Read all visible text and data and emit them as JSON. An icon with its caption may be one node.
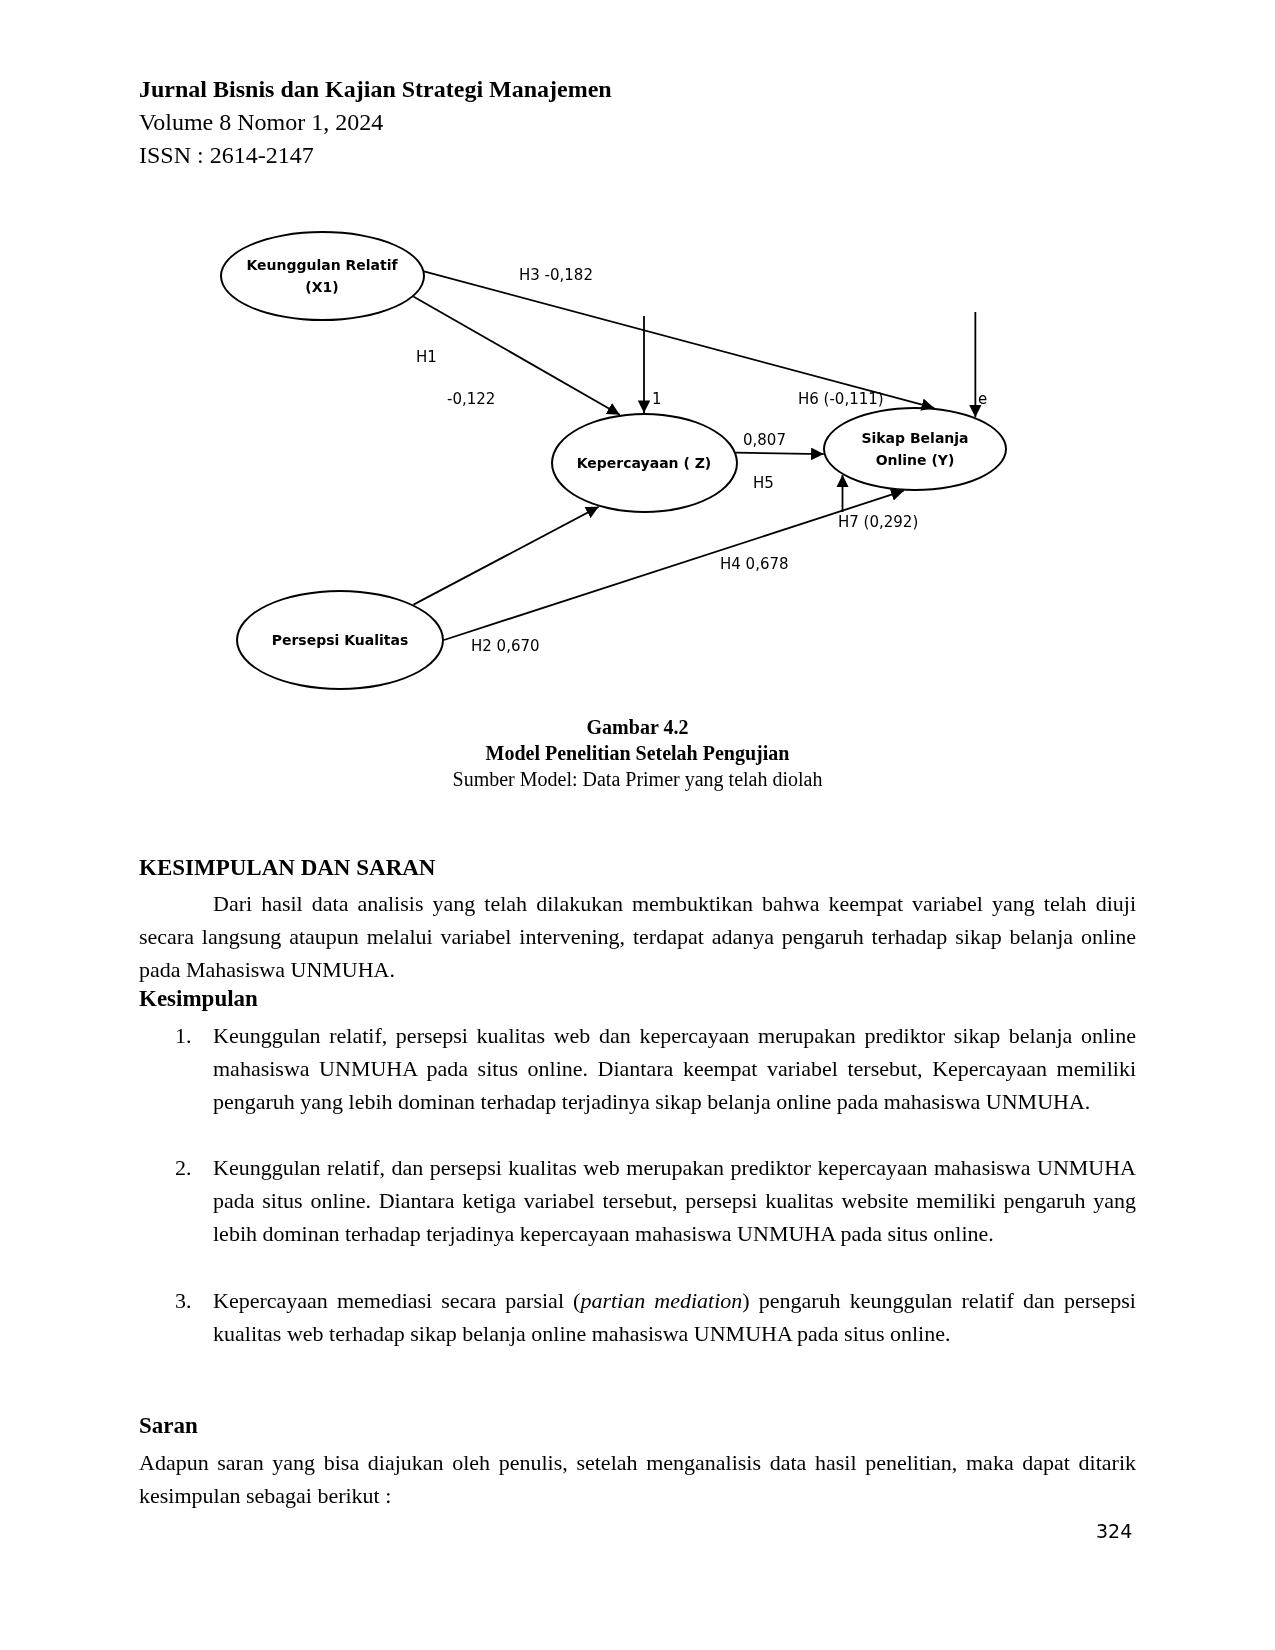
{
  "diagram": {
    "nodes": [
      {
        "text": [
          "Keunggulan Relatif (X1)"
        ]
      },
      {
        "text": [
          "Kepercayaan ( Z)"
        ]
      },
      {
        "text": [
          "Sikap Belanja Online (Y)"
        ]
      },
      {
        "text": [
          "Persepsi Kualitas"
        ]
      }
    ],
    "edges": [
      {
        "from": 0,
        "to": 1,
        "arrow": "to",
        "label": "H1"
      },
      {
        "from": 0,
        "to": 2,
        "arrow": "to",
        "label": "H3 -0,182"
      },
      {
        "from": null,
        "to": 1,
        "arrow": "to",
        "label": "1"
      },
      {
        "from": null,
        "to": 2,
        "arrow": "to",
        "label": "e"
      },
      {
        "from": 1,
        "to": 2,
        "arrow": "to",
        "label": "0,807"
      },
      {
        "from": 3,
        "to": 1,
        "arrow": "to"
      },
      {
        "from": 3,
        "to": 2,
        "arrow": "to",
        "label": "H4 0,678"
      },
      {
        "from": null,
        "to": 2,
        "arrow": "to",
        "label": "H7 (0,292)"
      }
    ],
    "labels": [
      "Jurnal Bisnis dan Kajian Strategi Manajemen",
      "Volume 8 Nomor 1, 2024",
      "ISSN : 2614-2147",
      "-0,122",
      "H6 (-0,111)",
      "H5",
      "H2 0,670",
      "Gambar 4.2",
      "Model Penelitian Setelah Pengujian",
      "Sumber Model: Data Primer yang telah diolah",
      "KESIMPULAN DAN SARAN",
      "Dari hasil data analisis yang telah dilakukan membuktikan bahwa keempat variabel yang telah diuji secara langsung ataupun melalui variabel intervening, terdapat adanya pengaruh terhadap sikap belanja online pada Mahasiswa UNMUHA.",
      "Kesimpulan",
      "1.",
      "Keunggulan relatif, persepsi kualitas web dan kepercayaan merupakan prediktor sikap belanja online mahasiswa UNMUHA pada situs online. Diantara keempat variabel tersebut, Kepercayaan memiliki pengaruh yang lebih dominan terhadap terjadinya sikap belanja online pada mahasiswa UNMUHA.",
      "2.",
      "Keunggulan relatif, dan persepsi kualitas web merupakan prediktor kepercayaan mahasiswa UNMUHA pada situs online. Diantara ketiga variabel tersebut, persepsi kualitas website memiliki pengaruh yang lebih dominan terhadap terjadinya kepercayaan mahasiswa UNMUHA pada situs online.",
      "3.",
      "Kepercayaan memediasi secara parsial (*partian mediation*) pengaruh keunggulan relatif dan persepsi kualitas web terhadap sikap belanja online mahasiswa UNMUHA pada situs online.",
      "Saran",
      "Adapun saran yang bisa diajukan oleh penulis, setelah menganalisis data hasil penelitian, maka dapat ditarik kesimpulan sebagai berikut :",
      "324"
    ]
  }
}
